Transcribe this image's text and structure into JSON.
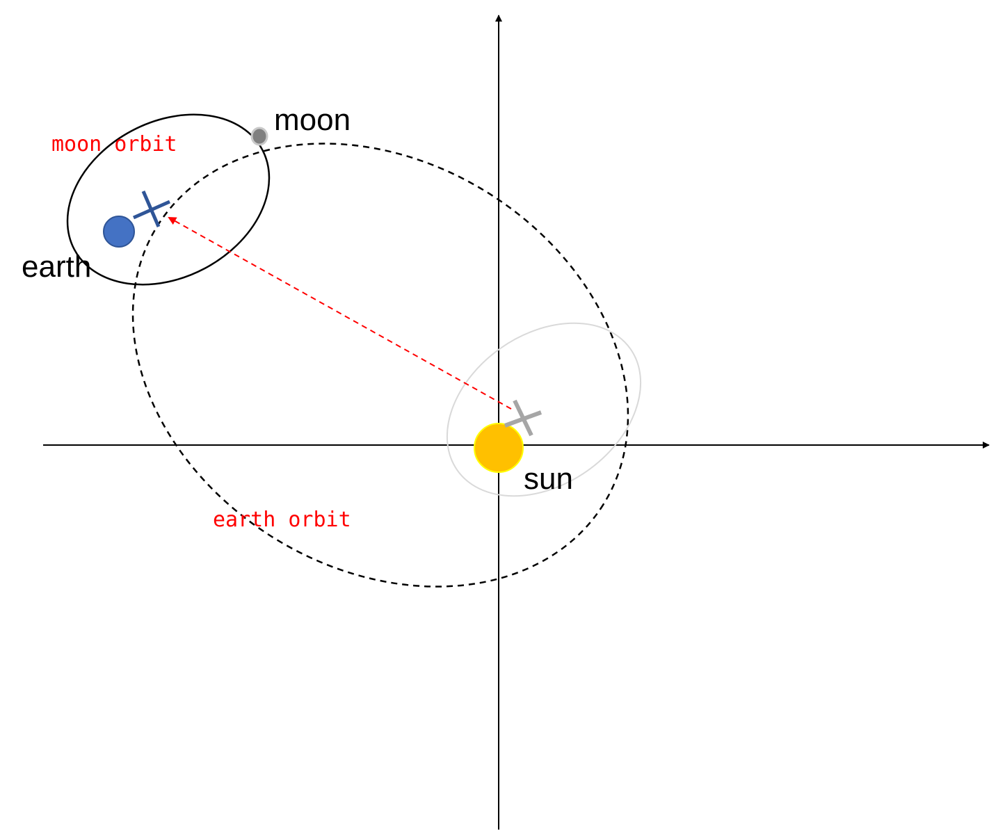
{
  "labels": {
    "moon": "moon",
    "earth": "earth",
    "sun": "sun",
    "moon_orbit": "moon orbit",
    "earth_orbit": "earth orbit"
  },
  "colors": {
    "axis": "#000000",
    "earth_fill": "#4472c4",
    "earth_stroke": "#2f5597",
    "moon_fill": "#808080",
    "moon_stroke": "#c9c9c9",
    "sun_fill": "#ffc000",
    "sun_stroke": "#ffff00",
    "earth_barycenter_mark": "#2f5597",
    "sun_barycenter_mark": "#a6a6a6",
    "moon_orbit": "#000000",
    "earth_orbit": "#000000",
    "sun_wobble_orbit": "#d9d9d9",
    "vector_arrow": "#ff0000",
    "red_labels": "#ff0000"
  },
  "icons": {
    "earth_barycenter": "cross-mark",
    "sun_barycenter": "cross-mark"
  }
}
